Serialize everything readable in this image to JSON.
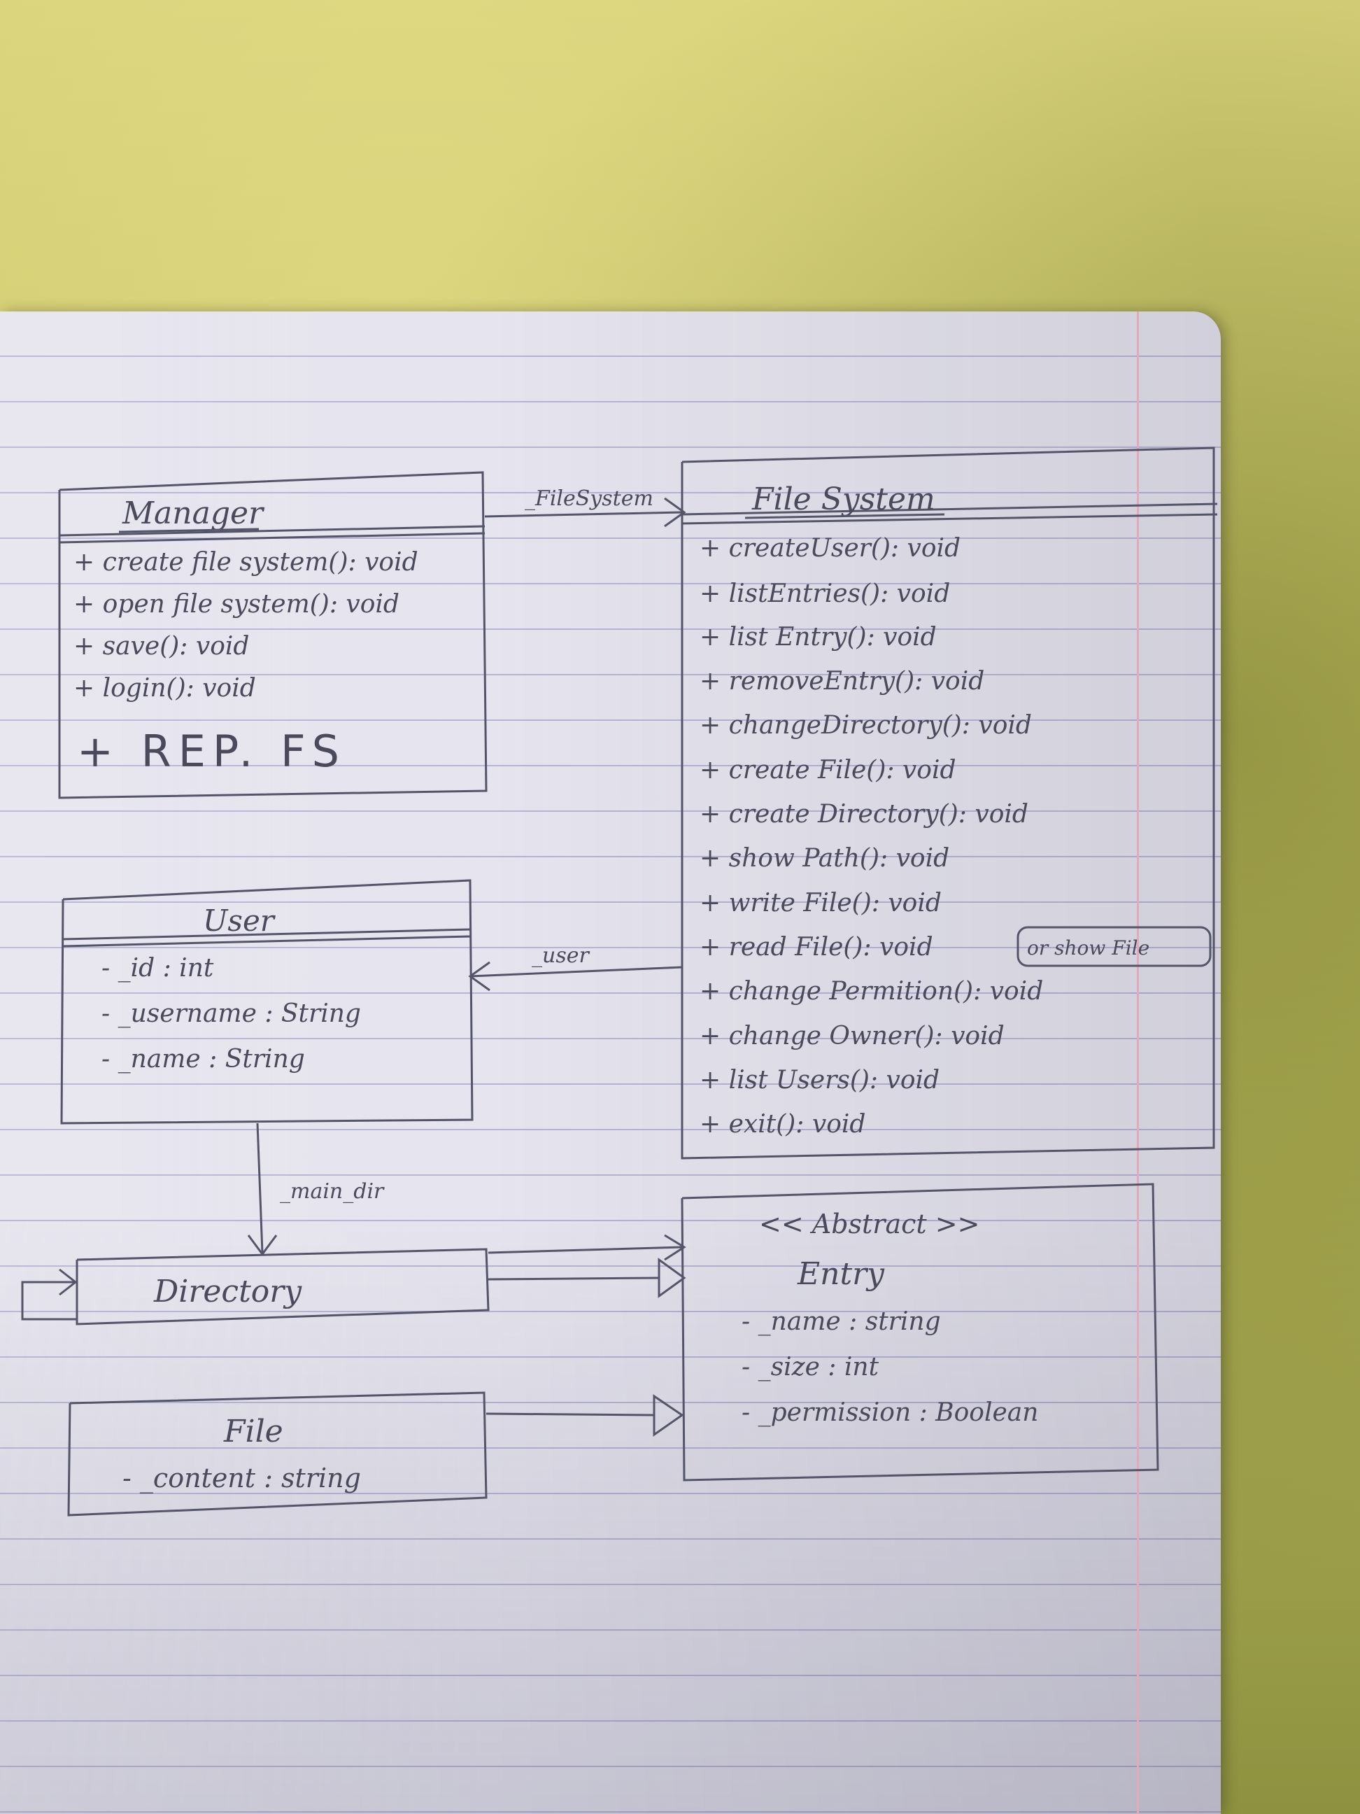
{
  "classes": {
    "manager": {
      "name": "Manager",
      "methods": [
        "+ create file system(): void",
        "+ open file system(): void",
        "+ save(): void",
        "+ login(): void"
      ],
      "note": "+ REP. FS"
    },
    "file_system": {
      "name": "File System",
      "methods": [
        "+ createUser(): void",
        "+ listEntries(): void",
        "+ list Entry(): void",
        "+ removeEntry(): void",
        "+ changeDirectory(): void",
        "+ create File(): void",
        "+ create Directory(): void",
        "+ show Path(): void",
        "+ write File(): void",
        "+ read File(): void",
        "+ change Permition(): void",
        "+ change Owner(): void",
        "+ list Users(): void",
        "+ exit(): void"
      ],
      "note": "or show File"
    },
    "user": {
      "name": "User",
      "attributes": [
        "- _id : int",
        "- _username : String",
        "- _name : String"
      ]
    },
    "directory": {
      "name": "Directory"
    },
    "file": {
      "name": "File",
      "attributes": [
        "- _content : string"
      ]
    },
    "entry": {
      "stereotype": "<< Abstract >>",
      "name": "Entry",
      "attributes": [
        "- _name : string",
        "- _size : int",
        "- _permission : Boolean"
      ]
    }
  },
  "relations": {
    "manager_to_fs": "_FileSystem",
    "fs_to_user": "_user",
    "user_to_directory": "_main_dir"
  },
  "colors": {
    "ink": "#4a4a5c",
    "paper": "#e6e4ee",
    "rule": "#b7b4d6",
    "margin": "#e3a9bd",
    "background": "#cfc86a"
  }
}
